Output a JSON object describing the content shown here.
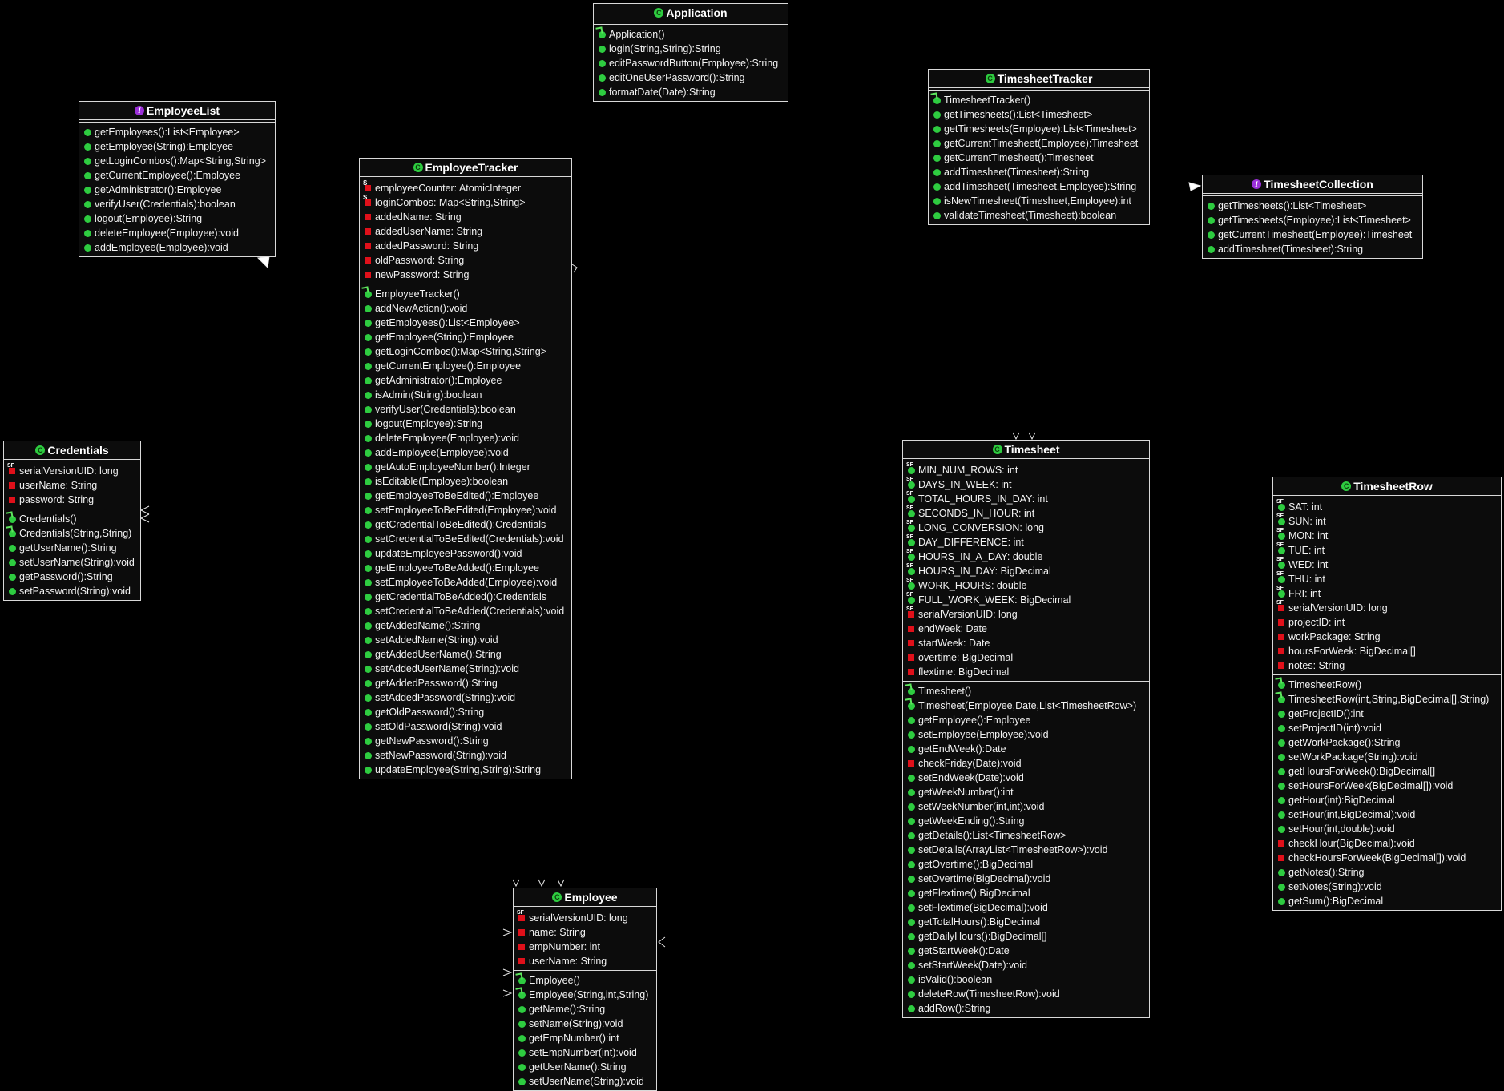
{
  "classes": {
    "application": {
      "name": "Application",
      "kind": "C",
      "fields": [],
      "methods": [
        {
          "label": "Application()",
          "vis": "ctor"
        },
        {
          "label": "login(String,String):String",
          "vis": "public"
        },
        {
          "label": "editPasswordButton(Employee):String",
          "vis": "public"
        },
        {
          "label": "editOneUserPassword():String",
          "vis": "public"
        },
        {
          "label": "formatDate(Date):String",
          "vis": "public"
        }
      ]
    },
    "employeeList": {
      "name": "EmployeeList",
      "kind": "I",
      "fields": [],
      "methods": [
        {
          "label": "getEmployees():List<Employee>",
          "vis": "public"
        },
        {
          "label": "getEmployee(String):Employee",
          "vis": "public"
        },
        {
          "label": "getLoginCombos():Map<String,String>",
          "vis": "public"
        },
        {
          "label": "getCurrentEmployee():Employee",
          "vis": "public"
        },
        {
          "label": "getAdministrator():Employee",
          "vis": "public"
        },
        {
          "label": "verifyUser(Credentials):boolean",
          "vis": "public"
        },
        {
          "label": "logout(Employee):String",
          "vis": "public"
        },
        {
          "label": "deleteEmployee(Employee):void",
          "vis": "public"
        },
        {
          "label": "addEmployee(Employee):void",
          "vis": "public"
        }
      ]
    },
    "timesheetTracker": {
      "name": "TimesheetTracker",
      "kind": "C",
      "fields": [],
      "methods": [
        {
          "label": "TimesheetTracker()",
          "vis": "ctor"
        },
        {
          "label": "getTimesheets():List<Timesheet>",
          "vis": "public"
        },
        {
          "label": "getTimesheets(Employee):List<Timesheet>",
          "vis": "public"
        },
        {
          "label": "getCurrentTimesheet(Employee):Timesheet",
          "vis": "public"
        },
        {
          "label": "getCurrentTimesheet():Timesheet",
          "vis": "public"
        },
        {
          "label": "addTimesheet(Timesheet):String",
          "vis": "public"
        },
        {
          "label": "addTimesheet(Timesheet,Employee):String",
          "vis": "public"
        },
        {
          "label": "isNewTimesheet(Timesheet,Employee):int",
          "vis": "public"
        },
        {
          "label": "validateTimesheet(Timesheet):boolean",
          "vis": "public"
        }
      ]
    },
    "timesheetCollection": {
      "name": "TimesheetCollection",
      "kind": "I",
      "fields": [],
      "methods": [
        {
          "label": "getTimesheets():List<Timesheet>",
          "vis": "public"
        },
        {
          "label": "getTimesheets(Employee):List<Timesheet>",
          "vis": "public"
        },
        {
          "label": "getCurrentTimesheet(Employee):Timesheet",
          "vis": "public"
        },
        {
          "label": "addTimesheet(Timesheet):String",
          "vis": "public"
        }
      ]
    },
    "employeeTracker": {
      "name": "EmployeeTracker",
      "kind": "C",
      "fields": [
        {
          "label": "employeeCounter: AtomicInteger",
          "vis": "private",
          "mod": "S"
        },
        {
          "label": "loginCombos: Map<String,String>",
          "vis": "private",
          "mod": "S"
        },
        {
          "label": "addedName: String",
          "vis": "private"
        },
        {
          "label": "addedUserName: String",
          "vis": "private"
        },
        {
          "label": "addedPassword: String",
          "vis": "private"
        },
        {
          "label": "oldPassword: String",
          "vis": "private"
        },
        {
          "label": "newPassword: String",
          "vis": "private"
        }
      ],
      "methods": [
        {
          "label": "EmployeeTracker()",
          "vis": "ctor"
        },
        {
          "label": "addNewAction():void",
          "vis": "public"
        },
        {
          "label": "getEmployees():List<Employee>",
          "vis": "public"
        },
        {
          "label": "getEmployee(String):Employee",
          "vis": "public"
        },
        {
          "label": "getLoginCombos():Map<String,String>",
          "vis": "public"
        },
        {
          "label": "getCurrentEmployee():Employee",
          "vis": "public"
        },
        {
          "label": "getAdministrator():Employee",
          "vis": "public"
        },
        {
          "label": "isAdmin(String):boolean",
          "vis": "public"
        },
        {
          "label": "verifyUser(Credentials):boolean",
          "vis": "public"
        },
        {
          "label": "logout(Employee):String",
          "vis": "public"
        },
        {
          "label": "deleteEmployee(Employee):void",
          "vis": "public"
        },
        {
          "label": "addEmployee(Employee):void",
          "vis": "public"
        },
        {
          "label": "getAutoEmployeeNumber():Integer",
          "vis": "public"
        },
        {
          "label": "isEditable(Employee):boolean",
          "vis": "public"
        },
        {
          "label": "getEmployeeToBeEdited():Employee",
          "vis": "public"
        },
        {
          "label": "setEmployeeToBeEdited(Employee):void",
          "vis": "public"
        },
        {
          "label": "getCredentialToBeEdited():Credentials",
          "vis": "public"
        },
        {
          "label": "setCredentialToBeEdited(Credentials):void",
          "vis": "public"
        },
        {
          "label": "updateEmployeePassword():void",
          "vis": "public"
        },
        {
          "label": "getEmployeeToBeAdded():Employee",
          "vis": "public"
        },
        {
          "label": "setEmployeeToBeAdded(Employee):void",
          "vis": "public"
        },
        {
          "label": "getCredentialToBeAdded():Credentials",
          "vis": "public"
        },
        {
          "label": "setCredentialToBeAdded(Credentials):void",
          "vis": "public"
        },
        {
          "label": "getAddedName():String",
          "vis": "public"
        },
        {
          "label": "setAddedName(String):void",
          "vis": "public"
        },
        {
          "label": "getAddedUserName():String",
          "vis": "public"
        },
        {
          "label": "setAddedUserName(String):void",
          "vis": "public"
        },
        {
          "label": "getAddedPassword():String",
          "vis": "public"
        },
        {
          "label": "setAddedPassword(String):void",
          "vis": "public"
        },
        {
          "label": "getOldPassword():String",
          "vis": "public"
        },
        {
          "label": "setOldPassword(String):void",
          "vis": "public"
        },
        {
          "label": "getNewPassword():String",
          "vis": "public"
        },
        {
          "label": "setNewPassword(String):void",
          "vis": "public"
        },
        {
          "label": "updateEmployee(String,String):String",
          "vis": "public"
        }
      ]
    },
    "credentials": {
      "name": "Credentials",
      "kind": "C",
      "fields": [
        {
          "label": "serialVersionUID: long",
          "vis": "private",
          "mod": "SF"
        },
        {
          "label": "userName: String",
          "vis": "private"
        },
        {
          "label": "password: String",
          "vis": "private"
        }
      ],
      "methods": [
        {
          "label": "Credentials()",
          "vis": "ctor"
        },
        {
          "label": "Credentials(String,String)",
          "vis": "ctor"
        },
        {
          "label": "getUserName():String",
          "vis": "public"
        },
        {
          "label": "setUserName(String):void",
          "vis": "public"
        },
        {
          "label": "getPassword():String",
          "vis": "public"
        },
        {
          "label": "setPassword(String):void",
          "vis": "public"
        }
      ]
    },
    "timesheet": {
      "name": "Timesheet",
      "kind": "C",
      "fields": [
        {
          "label": "MIN_NUM_ROWS: int",
          "vis": "public",
          "mod": "SF"
        },
        {
          "label": "DAYS_IN_WEEK: int",
          "vis": "public",
          "mod": "SF"
        },
        {
          "label": "TOTAL_HOURS_IN_DAY: int",
          "vis": "public",
          "mod": "SF"
        },
        {
          "label": "SECONDS_IN_HOUR: int",
          "vis": "public",
          "mod": "SF"
        },
        {
          "label": "LONG_CONVERSION: long",
          "vis": "public",
          "mod": "SF"
        },
        {
          "label": "DAY_DIFFERENCE: int",
          "vis": "public",
          "mod": "SF"
        },
        {
          "label": "HOURS_IN_A_DAY: double",
          "vis": "public",
          "mod": "SF"
        },
        {
          "label": "HOURS_IN_DAY: BigDecimal",
          "vis": "public",
          "mod": "SF"
        },
        {
          "label": "WORK_HOURS: double",
          "vis": "public",
          "mod": "SF"
        },
        {
          "label": "FULL_WORK_WEEK: BigDecimal",
          "vis": "public",
          "mod": "SF"
        },
        {
          "label": "serialVersionUID: long",
          "vis": "private",
          "mod": "SF"
        },
        {
          "label": "endWeek: Date",
          "vis": "private"
        },
        {
          "label": "startWeek: Date",
          "vis": "private"
        },
        {
          "label": "overtime: BigDecimal",
          "vis": "private"
        },
        {
          "label": "flextime: BigDecimal",
          "vis": "private"
        }
      ],
      "methods": [
        {
          "label": "Timesheet()",
          "vis": "ctor"
        },
        {
          "label": "Timesheet(Employee,Date,List<TimesheetRow>)",
          "vis": "ctor"
        },
        {
          "label": "getEmployee():Employee",
          "vis": "public"
        },
        {
          "label": "setEmployee(Employee):void",
          "vis": "public"
        },
        {
          "label": "getEndWeek():Date",
          "vis": "public"
        },
        {
          "label": "checkFriday(Date):void",
          "vis": "private"
        },
        {
          "label": "setEndWeek(Date):void",
          "vis": "public"
        },
        {
          "label": "getWeekNumber():int",
          "vis": "public"
        },
        {
          "label": "setWeekNumber(int,int):void",
          "vis": "public"
        },
        {
          "label": "getWeekEnding():String",
          "vis": "public"
        },
        {
          "label": "getDetails():List<TimesheetRow>",
          "vis": "public"
        },
        {
          "label": "setDetails(ArrayList<TimesheetRow>):void",
          "vis": "public"
        },
        {
          "label": "getOvertime():BigDecimal",
          "vis": "public"
        },
        {
          "label": "setOvertime(BigDecimal):void",
          "vis": "public"
        },
        {
          "label": "getFlextime():BigDecimal",
          "vis": "public"
        },
        {
          "label": "setFlextime(BigDecimal):void",
          "vis": "public"
        },
        {
          "label": "getTotalHours():BigDecimal",
          "vis": "public"
        },
        {
          "label": "getDailyHours():BigDecimal[]",
          "vis": "public"
        },
        {
          "label": "getStartWeek():Date",
          "vis": "public"
        },
        {
          "label": "setStartWeek(Date):void",
          "vis": "public"
        },
        {
          "label": "isValid():boolean",
          "vis": "public"
        },
        {
          "label": "deleteRow(TimesheetRow):void",
          "vis": "public"
        },
        {
          "label": "addRow():String",
          "vis": "public"
        }
      ]
    },
    "timesheetRow": {
      "name": "TimesheetRow",
      "kind": "C",
      "fields": [
        {
          "label": "SAT: int",
          "vis": "public",
          "mod": "SF"
        },
        {
          "label": "SUN: int",
          "vis": "public",
          "mod": "SF"
        },
        {
          "label": "MON: int",
          "vis": "public",
          "mod": "SF"
        },
        {
          "label": "TUE: int",
          "vis": "public",
          "mod": "SF"
        },
        {
          "label": "WED: int",
          "vis": "public",
          "mod": "SF"
        },
        {
          "label": "THU: int",
          "vis": "public",
          "mod": "SF"
        },
        {
          "label": "FRI: int",
          "vis": "public",
          "mod": "SF"
        },
        {
          "label": "serialVersionUID: long",
          "vis": "private",
          "mod": "SF"
        },
        {
          "label": "projectID: int",
          "vis": "private"
        },
        {
          "label": "workPackage: String",
          "vis": "private"
        },
        {
          "label": "hoursForWeek: BigDecimal[]",
          "vis": "private"
        },
        {
          "label": "notes: String",
          "vis": "private"
        }
      ],
      "methods": [
        {
          "label": "TimesheetRow()",
          "vis": "ctor"
        },
        {
          "label": "TimesheetRow(int,String,BigDecimal[],String)",
          "vis": "ctor"
        },
        {
          "label": "getProjectID():int",
          "vis": "public"
        },
        {
          "label": "setProjectID(int):void",
          "vis": "public"
        },
        {
          "label": "getWorkPackage():String",
          "vis": "public"
        },
        {
          "label": "setWorkPackage(String):void",
          "vis": "public"
        },
        {
          "label": "getHoursForWeek():BigDecimal[]",
          "vis": "public"
        },
        {
          "label": "setHoursForWeek(BigDecimal[]):void",
          "vis": "public"
        },
        {
          "label": "getHour(int):BigDecimal",
          "vis": "public"
        },
        {
          "label": "setHour(int,BigDecimal):void",
          "vis": "public"
        },
        {
          "label": "setHour(int,double):void",
          "vis": "public"
        },
        {
          "label": "checkHour(BigDecimal):void",
          "vis": "private"
        },
        {
          "label": "checkHoursForWeek(BigDecimal[]):void",
          "vis": "private"
        },
        {
          "label": "getNotes():String",
          "vis": "public"
        },
        {
          "label": "setNotes(String):void",
          "vis": "public"
        },
        {
          "label": "getSum():BigDecimal",
          "vis": "public"
        }
      ]
    },
    "employee": {
      "name": "Employee",
      "kind": "C",
      "fields": [
        {
          "label": "serialVersionUID: long",
          "vis": "private",
          "mod": "SF"
        },
        {
          "label": "name: String",
          "vis": "private"
        },
        {
          "label": "empNumber: int",
          "vis": "private"
        },
        {
          "label": "userName: String",
          "vis": "private"
        }
      ],
      "methods": [
        {
          "label": "Employee()",
          "vis": "ctor"
        },
        {
          "label": "Employee(String,int,String)",
          "vis": "ctor"
        },
        {
          "label": "getName():String",
          "vis": "public"
        },
        {
          "label": "setName(String):void",
          "vis": "public"
        },
        {
          "label": "getEmpNumber():int",
          "vis": "public"
        },
        {
          "label": "setEmpNumber(int):void",
          "vis": "public"
        },
        {
          "label": "getUserName():String",
          "vis": "public"
        },
        {
          "label": "setUserName(String):void",
          "vis": "public"
        }
      ]
    }
  },
  "colors": {
    "background": "#000000",
    "border": "#d9d9d9",
    "public": "#2ecc40",
    "private": "#e0101a",
    "interface": "#9b30d9"
  }
}
